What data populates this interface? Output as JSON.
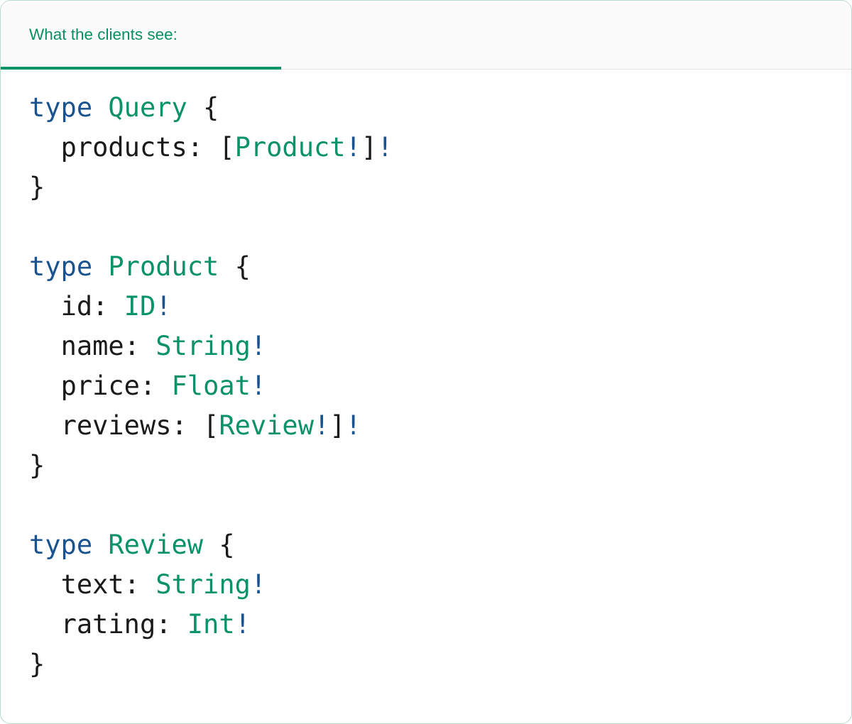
{
  "card": {
    "border_color": "#b9ddc9",
    "background": "#ffffff"
  },
  "header": {
    "background": "#fbfbfb",
    "active_tab_label": "What the clients see:",
    "active_tab_color": "#0a8f63",
    "underline_color": "#0a9268",
    "divider_color": "#e3e3e3"
  },
  "colors": {
    "keyword": "#1a5490",
    "type_name": "#0a9268",
    "bang": "#1a5490",
    "punctuation": "#1a1a1a",
    "field_name": "#1a1a1a"
  },
  "code": {
    "language": "graphql",
    "full_text": "type Query {\n  products: [Product!]!\n}\n\ntype Product {\n  id: ID!\n  name: String!\n  price: Float!\n  reviews: [Review!]!\n}\n\ntype Review {\n  text: String!\n  rating: Int!\n}",
    "lines": [
      {
        "n": 1,
        "tokens": [
          {
            "t": "type",
            "c": "keyword"
          },
          {
            "t": " ",
            "c": "punctuation"
          },
          {
            "t": "Query",
            "c": "type_name"
          },
          {
            "t": " {",
            "c": "punctuation"
          }
        ]
      },
      {
        "n": 2,
        "tokens": [
          {
            "t": "  ",
            "c": "punctuation"
          },
          {
            "t": "products",
            "c": "field_name"
          },
          {
            "t": ": [",
            "c": "punctuation"
          },
          {
            "t": "Product",
            "c": "type_name"
          },
          {
            "t": "!",
            "c": "bang"
          },
          {
            "t": "]",
            "c": "punctuation"
          },
          {
            "t": "!",
            "c": "bang"
          }
        ]
      },
      {
        "n": 3,
        "tokens": [
          {
            "t": "}",
            "c": "punctuation"
          }
        ]
      },
      {
        "n": 4,
        "tokens": []
      },
      {
        "n": 5,
        "tokens": [
          {
            "t": "type",
            "c": "keyword"
          },
          {
            "t": " ",
            "c": "punctuation"
          },
          {
            "t": "Product",
            "c": "type_name"
          },
          {
            "t": " {",
            "c": "punctuation"
          }
        ]
      },
      {
        "n": 6,
        "tokens": [
          {
            "t": "  ",
            "c": "punctuation"
          },
          {
            "t": "id",
            "c": "field_name"
          },
          {
            "t": ": ",
            "c": "punctuation"
          },
          {
            "t": "ID",
            "c": "type_name"
          },
          {
            "t": "!",
            "c": "bang"
          }
        ]
      },
      {
        "n": 7,
        "tokens": [
          {
            "t": "  ",
            "c": "punctuation"
          },
          {
            "t": "name",
            "c": "field_name"
          },
          {
            "t": ": ",
            "c": "punctuation"
          },
          {
            "t": "String",
            "c": "type_name"
          },
          {
            "t": "!",
            "c": "bang"
          }
        ]
      },
      {
        "n": 8,
        "tokens": [
          {
            "t": "  ",
            "c": "punctuation"
          },
          {
            "t": "price",
            "c": "field_name"
          },
          {
            "t": ": ",
            "c": "punctuation"
          },
          {
            "t": "Float",
            "c": "type_name"
          },
          {
            "t": "!",
            "c": "bang"
          }
        ]
      },
      {
        "n": 9,
        "tokens": [
          {
            "t": "  ",
            "c": "punctuation"
          },
          {
            "t": "reviews",
            "c": "field_name"
          },
          {
            "t": ": [",
            "c": "punctuation"
          },
          {
            "t": "Review",
            "c": "type_name"
          },
          {
            "t": "!",
            "c": "bang"
          },
          {
            "t": "]",
            "c": "punctuation"
          },
          {
            "t": "!",
            "c": "bang"
          }
        ]
      },
      {
        "n": 10,
        "tokens": [
          {
            "t": "}",
            "c": "punctuation"
          }
        ]
      },
      {
        "n": 11,
        "tokens": []
      },
      {
        "n": 12,
        "tokens": [
          {
            "t": "type",
            "c": "keyword"
          },
          {
            "t": " ",
            "c": "punctuation"
          },
          {
            "t": "Review",
            "c": "type_name"
          },
          {
            "t": " {",
            "c": "punctuation"
          }
        ]
      },
      {
        "n": 13,
        "tokens": [
          {
            "t": "  ",
            "c": "punctuation"
          },
          {
            "t": "text",
            "c": "field_name"
          },
          {
            "t": ": ",
            "c": "punctuation"
          },
          {
            "t": "String",
            "c": "type_name"
          },
          {
            "t": "!",
            "c": "bang"
          }
        ]
      },
      {
        "n": 14,
        "tokens": [
          {
            "t": "  ",
            "c": "punctuation"
          },
          {
            "t": "rating",
            "c": "field_name"
          },
          {
            "t": ": ",
            "c": "punctuation"
          },
          {
            "t": "Int",
            "c": "type_name"
          },
          {
            "t": "!",
            "c": "bang"
          }
        ]
      },
      {
        "n": 15,
        "tokens": [
          {
            "t": "}",
            "c": "punctuation"
          }
        ]
      }
    ]
  }
}
